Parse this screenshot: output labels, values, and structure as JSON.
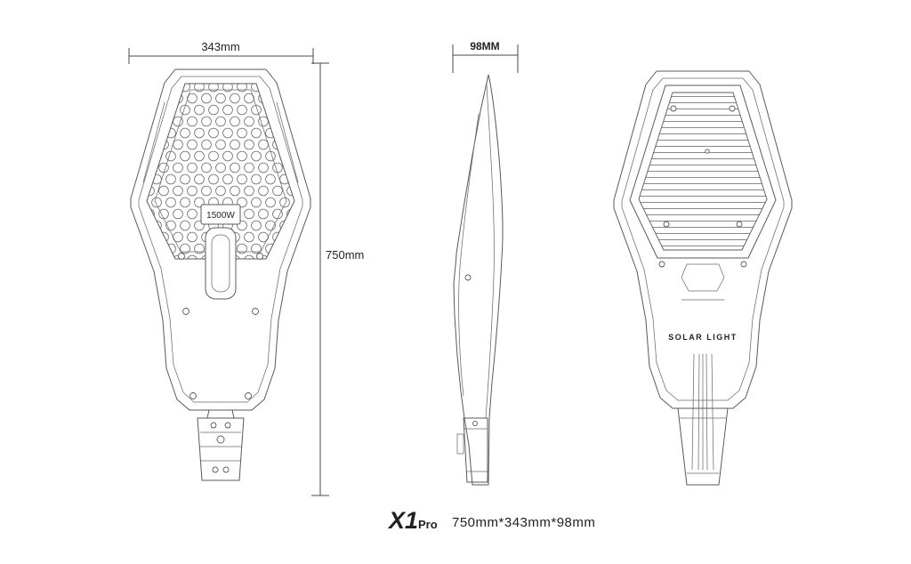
{
  "front_view": {
    "width_dim": "343mm",
    "height_dim": "750mm",
    "wattage": "1500W"
  },
  "side_view": {
    "depth_dim": "98MM"
  },
  "back_view": {
    "label": "SOLAR LIGHT"
  },
  "caption": {
    "model": "X1",
    "series": "Pro",
    "size": "750mm*343mm*98mm"
  },
  "colors": {
    "line": "#58595b",
    "text": "#231f20"
  }
}
